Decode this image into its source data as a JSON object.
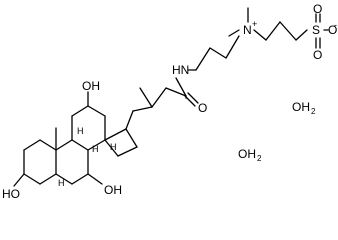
{
  "molecule": {
    "labels": {
      "amide_nh": "HN",
      "amide_o": "O",
      "n_plus": "N",
      "plus_sign": "+",
      "sulfur": "S",
      "sulfonate_o_top": "O",
      "sulfonate_o_bottom": "O",
      "sulfonate_o_right": "O",
      "minus_sign": "-",
      "hydroxyl_12": "OH",
      "hydroxyl_3": "HO",
      "hydroxyl_7": "OH",
      "hydrogen_8": "H",
      "hydrogen_9": "H",
      "hydrogen_14": "H",
      "hydrogen_5": "H"
    },
    "waters": [
      {
        "o": "OH",
        "sub": "2"
      },
      {
        "o": "OH",
        "sub": "2"
      }
    ]
  }
}
